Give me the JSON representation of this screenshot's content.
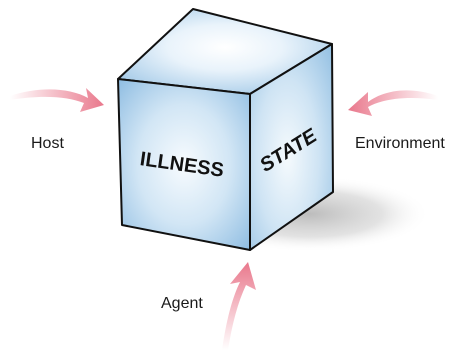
{
  "cube": {
    "front_label": "ILLNESS",
    "side_label": "STATE"
  },
  "labels": {
    "host": "Host",
    "environment": "Environment",
    "agent": "Agent"
  },
  "colors": {
    "cube_blue": "#9fc7e6",
    "cube_highlight": "#f4f9fd",
    "arrow_pink": "#e9788c",
    "outline": "#111111"
  }
}
